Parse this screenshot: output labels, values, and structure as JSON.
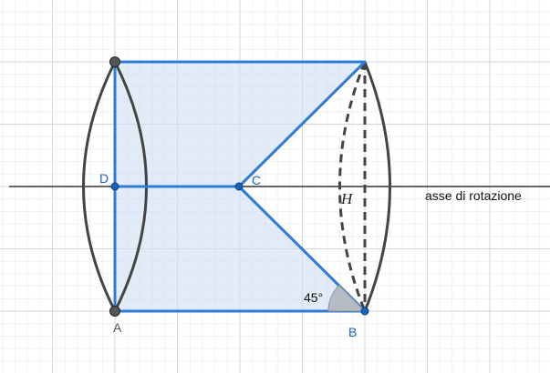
{
  "points": {
    "A": "A",
    "B": "B",
    "C": "C",
    "D": "D"
  },
  "angle_label": "45°",
  "height_label": "H",
  "axis_label": "asse di rotazione",
  "colors": {
    "grid_minor": "#eeeeee",
    "grid_major": "#d6d6d6",
    "figure_stroke": "#2e7bd6",
    "figure_fill": "#cfe0f3",
    "solid_stroke": "#444444",
    "axis": "#333333",
    "point_blue": "#1565c0",
    "point_gray": "#555555",
    "angle_fill": "#b7bcc4"
  }
}
